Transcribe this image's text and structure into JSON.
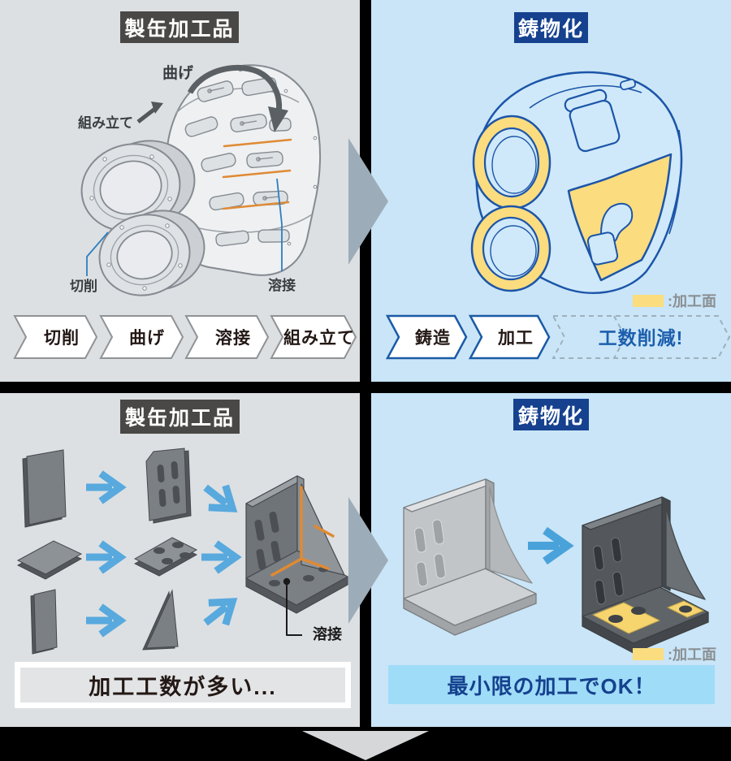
{
  "colors": {
    "page_bg": "#000000",
    "panel_gray": "#dce0e3",
    "panel_blue": "#c9e5f7",
    "title_gray_bg": "#4a4846",
    "title_navy_bg": "#15418e",
    "machined_yellow": "#fbdc7e",
    "weld_orange": "#e08a33",
    "arrow_blue": "#58a9dd",
    "divider_arrow": "#9cacb8",
    "flow_border_gray": "#8f9396",
    "flow_border_blue": "#1b5aa6",
    "text_dark": "#231815",
    "note_blue_text": "#1d5fae"
  },
  "panels": {
    "top_left": {
      "title": "製缶加工品",
      "labels": {
        "bend": "曲げ",
        "assemble": "組み立て",
        "cut": "切削",
        "weld": "溶接"
      },
      "flow": [
        "切削",
        "曲げ",
        "溶接",
        "組み立て"
      ]
    },
    "top_right": {
      "title": "鋳物化",
      "legend_label": ":加工面",
      "flow": [
        "鋳造",
        "加工"
      ],
      "flow_note": "工数削減!"
    },
    "bottom_left": {
      "title": "製缶加工品",
      "weld_label": "溶接",
      "banner": "加工工数が多い..."
    },
    "bottom_right": {
      "title": "鋳物化",
      "legend_label": ":加工面",
      "banner": "最小限の加工でOK！"
    }
  }
}
